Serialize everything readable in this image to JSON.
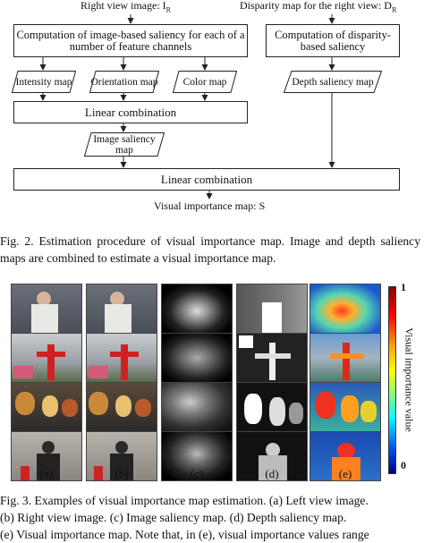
{
  "diagram": {
    "header_left": "Right view image: I",
    "header_left_sub": "R",
    "header_right": "Disparity map for the right view: D",
    "header_right_sub": "R",
    "box_feature": "Computation of image-based saliency for each of a number of feature channels",
    "box_disparity": "Computation of disparity-based saliency",
    "map_intensity": "Intensity map",
    "map_orientation": "Orientation map",
    "map_color": "Color map",
    "map_depth": "Depth saliency map",
    "linear1": "Linear combination",
    "map_image": "Image saliency map",
    "linear2": "Linear combination",
    "output": "Visual importance map: S"
  },
  "fig2_caption": "Fig. 2.   Estimation procedure of visual importance map. Image and depth saliency maps are combined to estimate a visual importance map.",
  "grid": {
    "column_labels": [
      "(a)",
      "(b)",
      "(c)",
      "(d)",
      "(e)"
    ],
    "colorbar": {
      "label": "Visual importance value",
      "max": "1",
      "min": "0"
    }
  },
  "fig3_caption_lines": [
    "Fig. 3.   Examples of visual importance map estimation. (a) Left view image.",
    "(b) Right view image. (c) Image saliency map. (d) Depth saliency map.",
    "(e) Visual importance map. Note that, in (e), visual importance values range"
  ]
}
